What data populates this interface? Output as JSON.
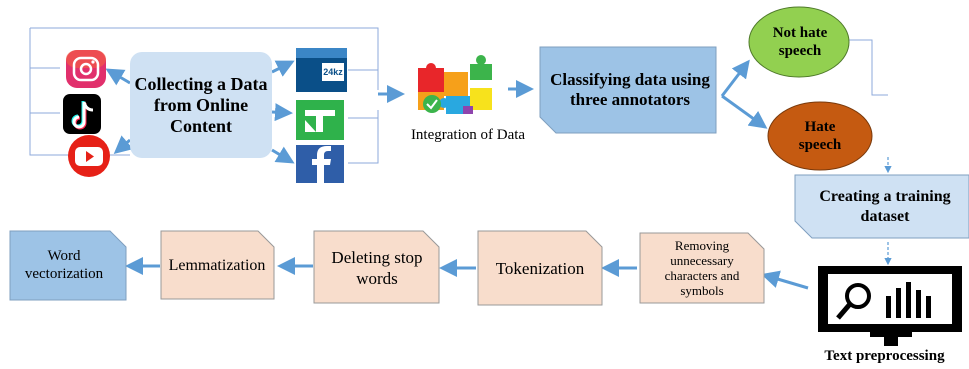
{
  "sources": {
    "collect_label": "Collecting a Data from Online Content",
    "news_logo_text": "24kz"
  },
  "integration": {
    "label": "Integration of Data"
  },
  "classify": {
    "label": "Classifying data using three annotators"
  },
  "classes": {
    "not_hate": "Not hate speech",
    "hate": "Hate speech"
  },
  "training": {
    "label": "Creating a training dataset"
  },
  "preprocess": {
    "label": "Text preprocessing"
  },
  "steps": {
    "removing": "Removing unnecessary characters and symbols",
    "tokenization": "Tokenization",
    "stopwords": "Deleting stop words",
    "lemmatization": "Lemmatization",
    "vectorization": "Word vectorization"
  },
  "colors": {
    "light_blue": "#cfe1f3",
    "mid_blue": "#9dc3e6",
    "peach": "#f8ddcc",
    "green": "#92d050",
    "orange": "#c55a11",
    "arrow_blue": "#5b9bd5",
    "line_blue": "#8eaadb"
  }
}
